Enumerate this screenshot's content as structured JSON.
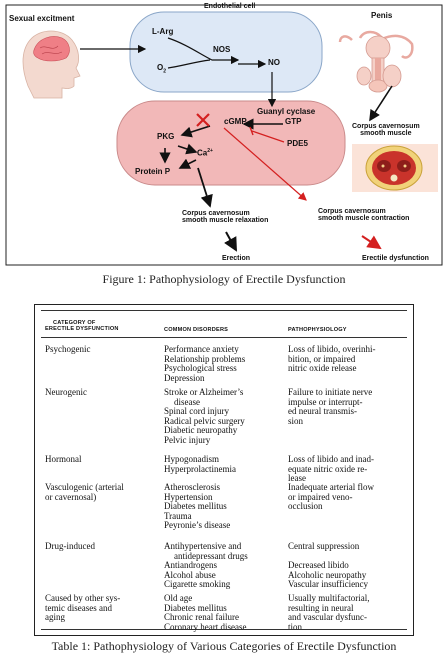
{
  "diagram": {
    "labels": {
      "sexual_excitment": "Sexual excitment",
      "endothelial_cell": "Endothelial cell",
      "penis": "Penis",
      "l_arg": "L-Arg",
      "nos": "NOS",
      "o2": "O",
      "o2_sub": "2",
      "no": "NO",
      "guanyl_cyclase": "Guanyl cyclase",
      "cgmp": "cGMP",
      "gtp": "GTP",
      "pde5": "PDE5",
      "pkg": "PKG",
      "ca": "Ca",
      "ca_sup": "2+",
      "protein_p": "Protein P",
      "cc_smooth_muscle_1": "Corpus cavernosum",
      "cc_smooth_muscle_2": "smooth muscle",
      "relax_1": "Corpus cavernosum",
      "relax_2": "smooth muscle relaxation",
      "contract_1": "Corpus cavernosum",
      "contract_2": "smooth muscle contraction",
      "erection": "Erection",
      "erectile_dysfunction": "Erectile dysfunction"
    },
    "colors": {
      "endothelial_fill": "#dde8f6",
      "smooth_muscle_fill": "#f2b8b8",
      "inhibit_red": "#d42020"
    }
  },
  "figure_caption": "Figure 1: Pathophysiology of Erectile Dysfunction",
  "table": {
    "headers": {
      "category": [
        "Category of",
        "Erectile Dysfunction"
      ],
      "disorders": [
        "Common Disorders"
      ],
      "pathophysiology": [
        "Pathophysiology"
      ]
    },
    "rows": [
      {
        "category": [
          "Psychogenic"
        ],
        "disorders": [
          "Performance anxiety",
          "Relationship problems",
          "Psychological stress",
          "Depression"
        ],
        "pathophysiology": [
          "Loss of libido, overinhi-",
          "bition, or impaired",
          "nitric oxide release"
        ]
      },
      {
        "category": [
          "Neurogenic"
        ],
        "disorders": [
          "Stroke or Alzheimer’s",
          "   disease",
          "Spinal cord injury",
          "Radical pelvic surgery",
          "Diabetic neuropathy",
          "Pelvic injury"
        ],
        "pathophysiology": [
          "Failure to initiate nerve",
          "impulse or interrupt-",
          "ed neural transmis-",
          "sion"
        ]
      },
      {
        "category": [
          "Hormonal"
        ],
        "disorders": [
          "Hypogonadism",
          "Hyperprolactinemia"
        ],
        "pathophysiology": [
          "Loss of libido and inad-",
          "equate nitric oxide re-",
          "lease"
        ]
      },
      {
        "category": [
          "Vasculogenic (arterial",
          "or cavernosal)"
        ],
        "disorders": [
          "Atherosclerosis",
          "Hypertension",
          "Diabetes mellitus",
          "Trauma",
          "Peyronie’s disease"
        ],
        "pathophysiology": [
          "Inadequate arterial flow",
          "or impaired veno-",
          "occlusion"
        ]
      },
      {
        "category": [
          "Drug-induced"
        ],
        "disorders": [
          "Antihypertensive and",
          "   antidepressant drugs",
          "Antiandrogens",
          "Alcohol abuse",
          "Cigarette smoking"
        ],
        "pathophysiology": [
          "Central suppression",
          "",
          "Decreased libido",
          "Alcoholic neuropathy",
          "Vascular insufficiency"
        ]
      },
      {
        "category": [
          "Caused by other sys-",
          "temic diseases and",
          "aging"
        ],
        "disorders": [
          "Old age",
          "Diabetes mellitus",
          "Chronic renal failure",
          "Coronary heart disease"
        ],
        "pathophysiology": [
          "Usually multifactorial,",
          "resulting in neural",
          "and vascular dysfunc-",
          "tion"
        ]
      }
    ]
  },
  "table_caption": "Table 1: Pathophysiology of Various Categories of Erectile Dysfunction"
}
